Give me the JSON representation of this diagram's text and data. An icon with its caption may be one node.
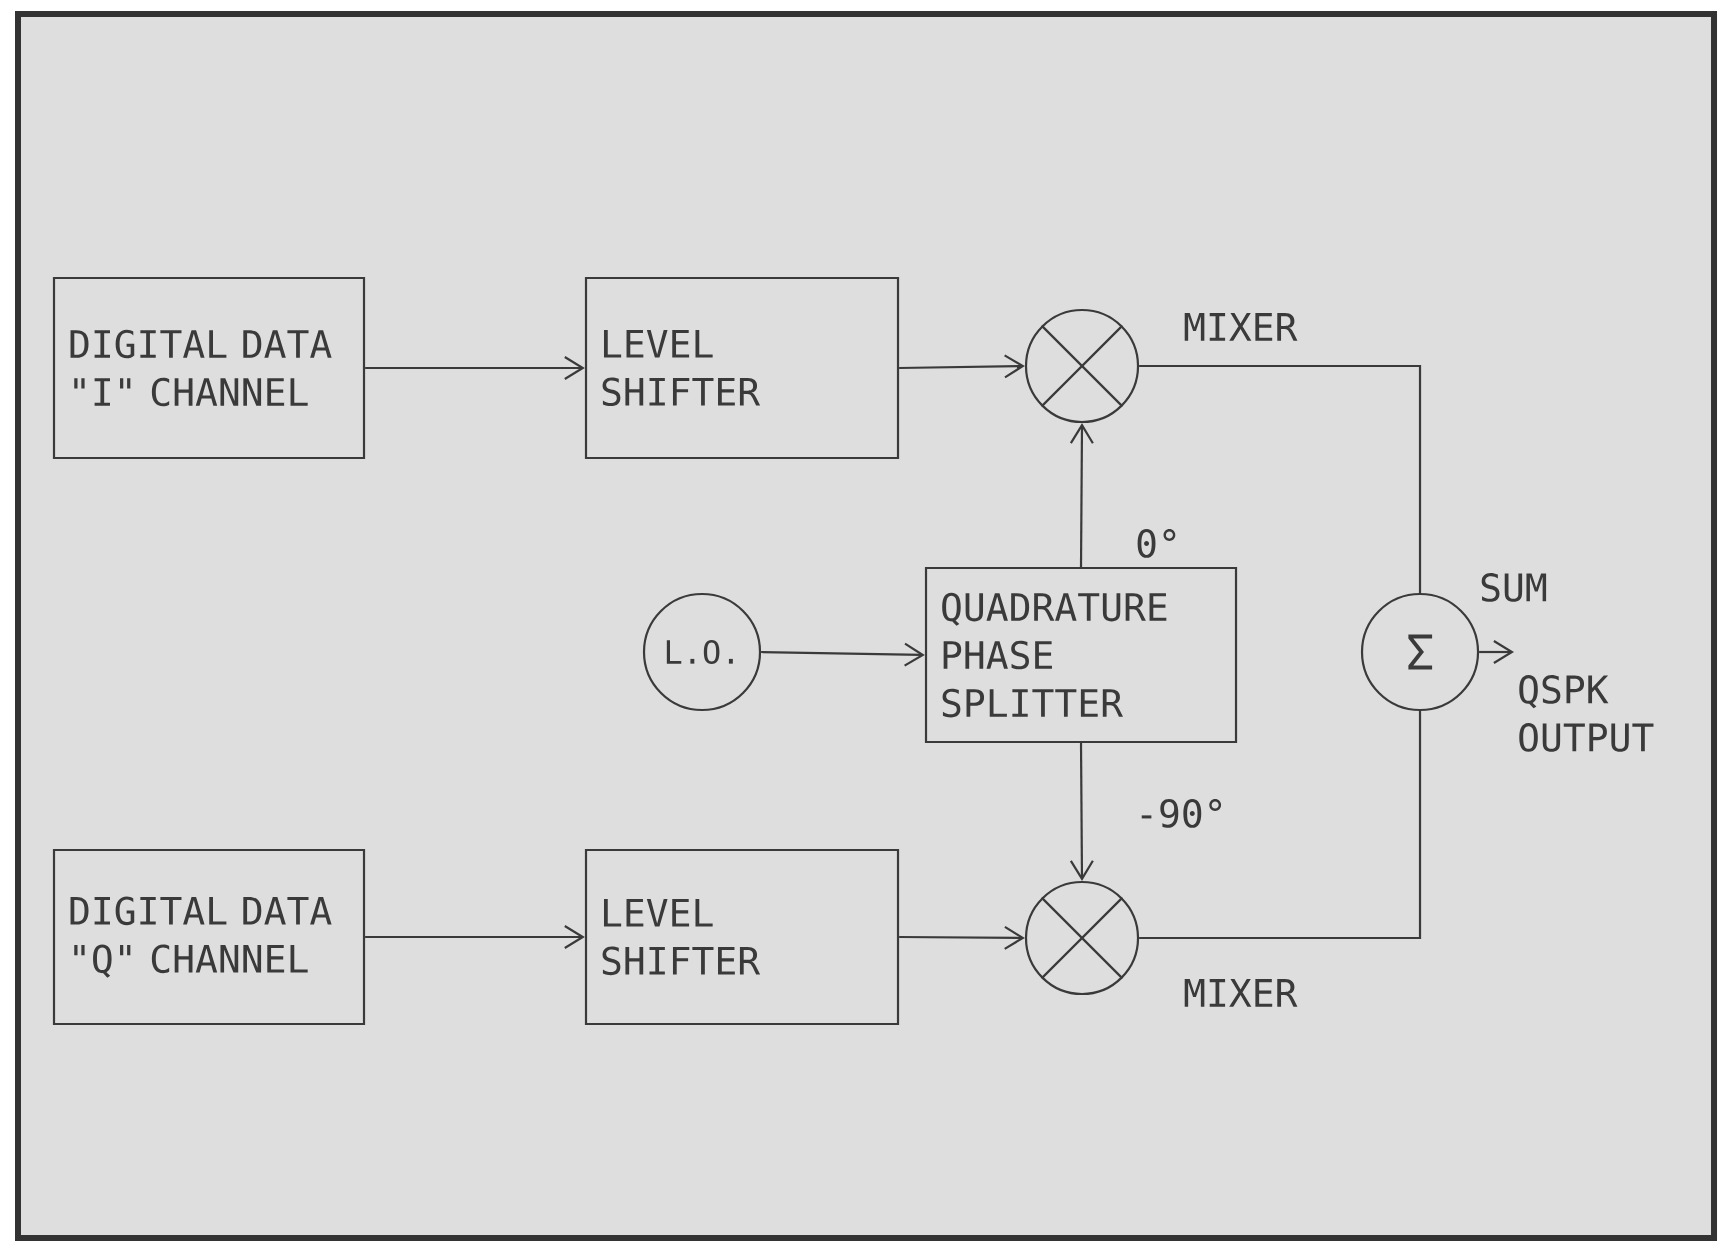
{
  "diagram": {
    "nodes": [
      {
        "text": [
          "DIGITAL DATA \"I\" CHANNEL"
        ]
      },
      {
        "text": [
          "LEVEL SHIFTER"
        ]
      },
      {
        "text": [],
        "shape": "circle",
        "beside": [
          "MIXER"
        ]
      },
      {
        "text": [
          "L.O."
        ]
      },
      {
        "text": [
          "QUADRATURE PHASE SPLITTER"
        ]
      },
      {
        "text": [
          "Σ"
        ],
        "beside": [
          "SUM"
        ]
      },
      {
        "text": [
          "DIGITAL DATA \"Q\" CHANNEL"
        ]
      },
      {
        "text": [
          "LEVEL SHIFTER"
        ]
      },
      {
        "text": [],
        "shape": "circle",
        "beside": [
          "MIXER"
        ]
      },
      {
        "text": [
          "QSPK OUTPUT"
        ]
      }
    ],
    "edges": [
      {
        "from": 0,
        "to": 1,
        "arrow": "to"
      },
      {
        "from": 1,
        "to": 2,
        "arrow": "to"
      },
      {
        "from": 4,
        "to": 2,
        "arrow": "to",
        "label": "0°"
      },
      {
        "from": 3,
        "to": 4,
        "arrow": "to"
      },
      {
        "from": 4,
        "to": 8,
        "arrow": "to",
        "label": "-90°"
      },
      {
        "from": 6,
        "to": 7,
        "arrow": "to"
      },
      {
        "from": 7,
        "to": 8,
        "arrow": "to"
      },
      {
        "from": 2,
        "to": 5,
        "arrow": "none"
      },
      {
        "from": 8,
        "to": 5,
        "arrow": "none"
      },
      {
        "from": 5,
        "to": 9,
        "arrow": "to"
      }
    ]
  }
}
